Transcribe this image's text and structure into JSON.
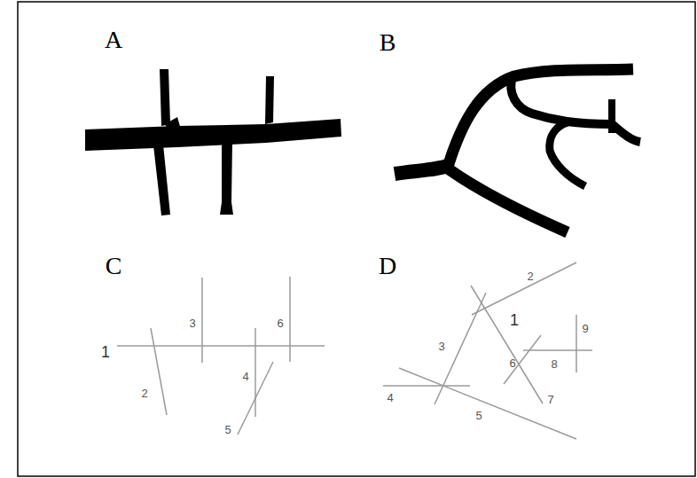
{
  "diagram": {
    "labels": [
      "A",
      "B",
      "C",
      "D",
      "1",
      "2",
      "3",
      "4",
      "5",
      "6",
      "1",
      "2",
      "3",
      "4",
      "5",
      "6",
      "7",
      "8",
      "9"
    ]
  }
}
